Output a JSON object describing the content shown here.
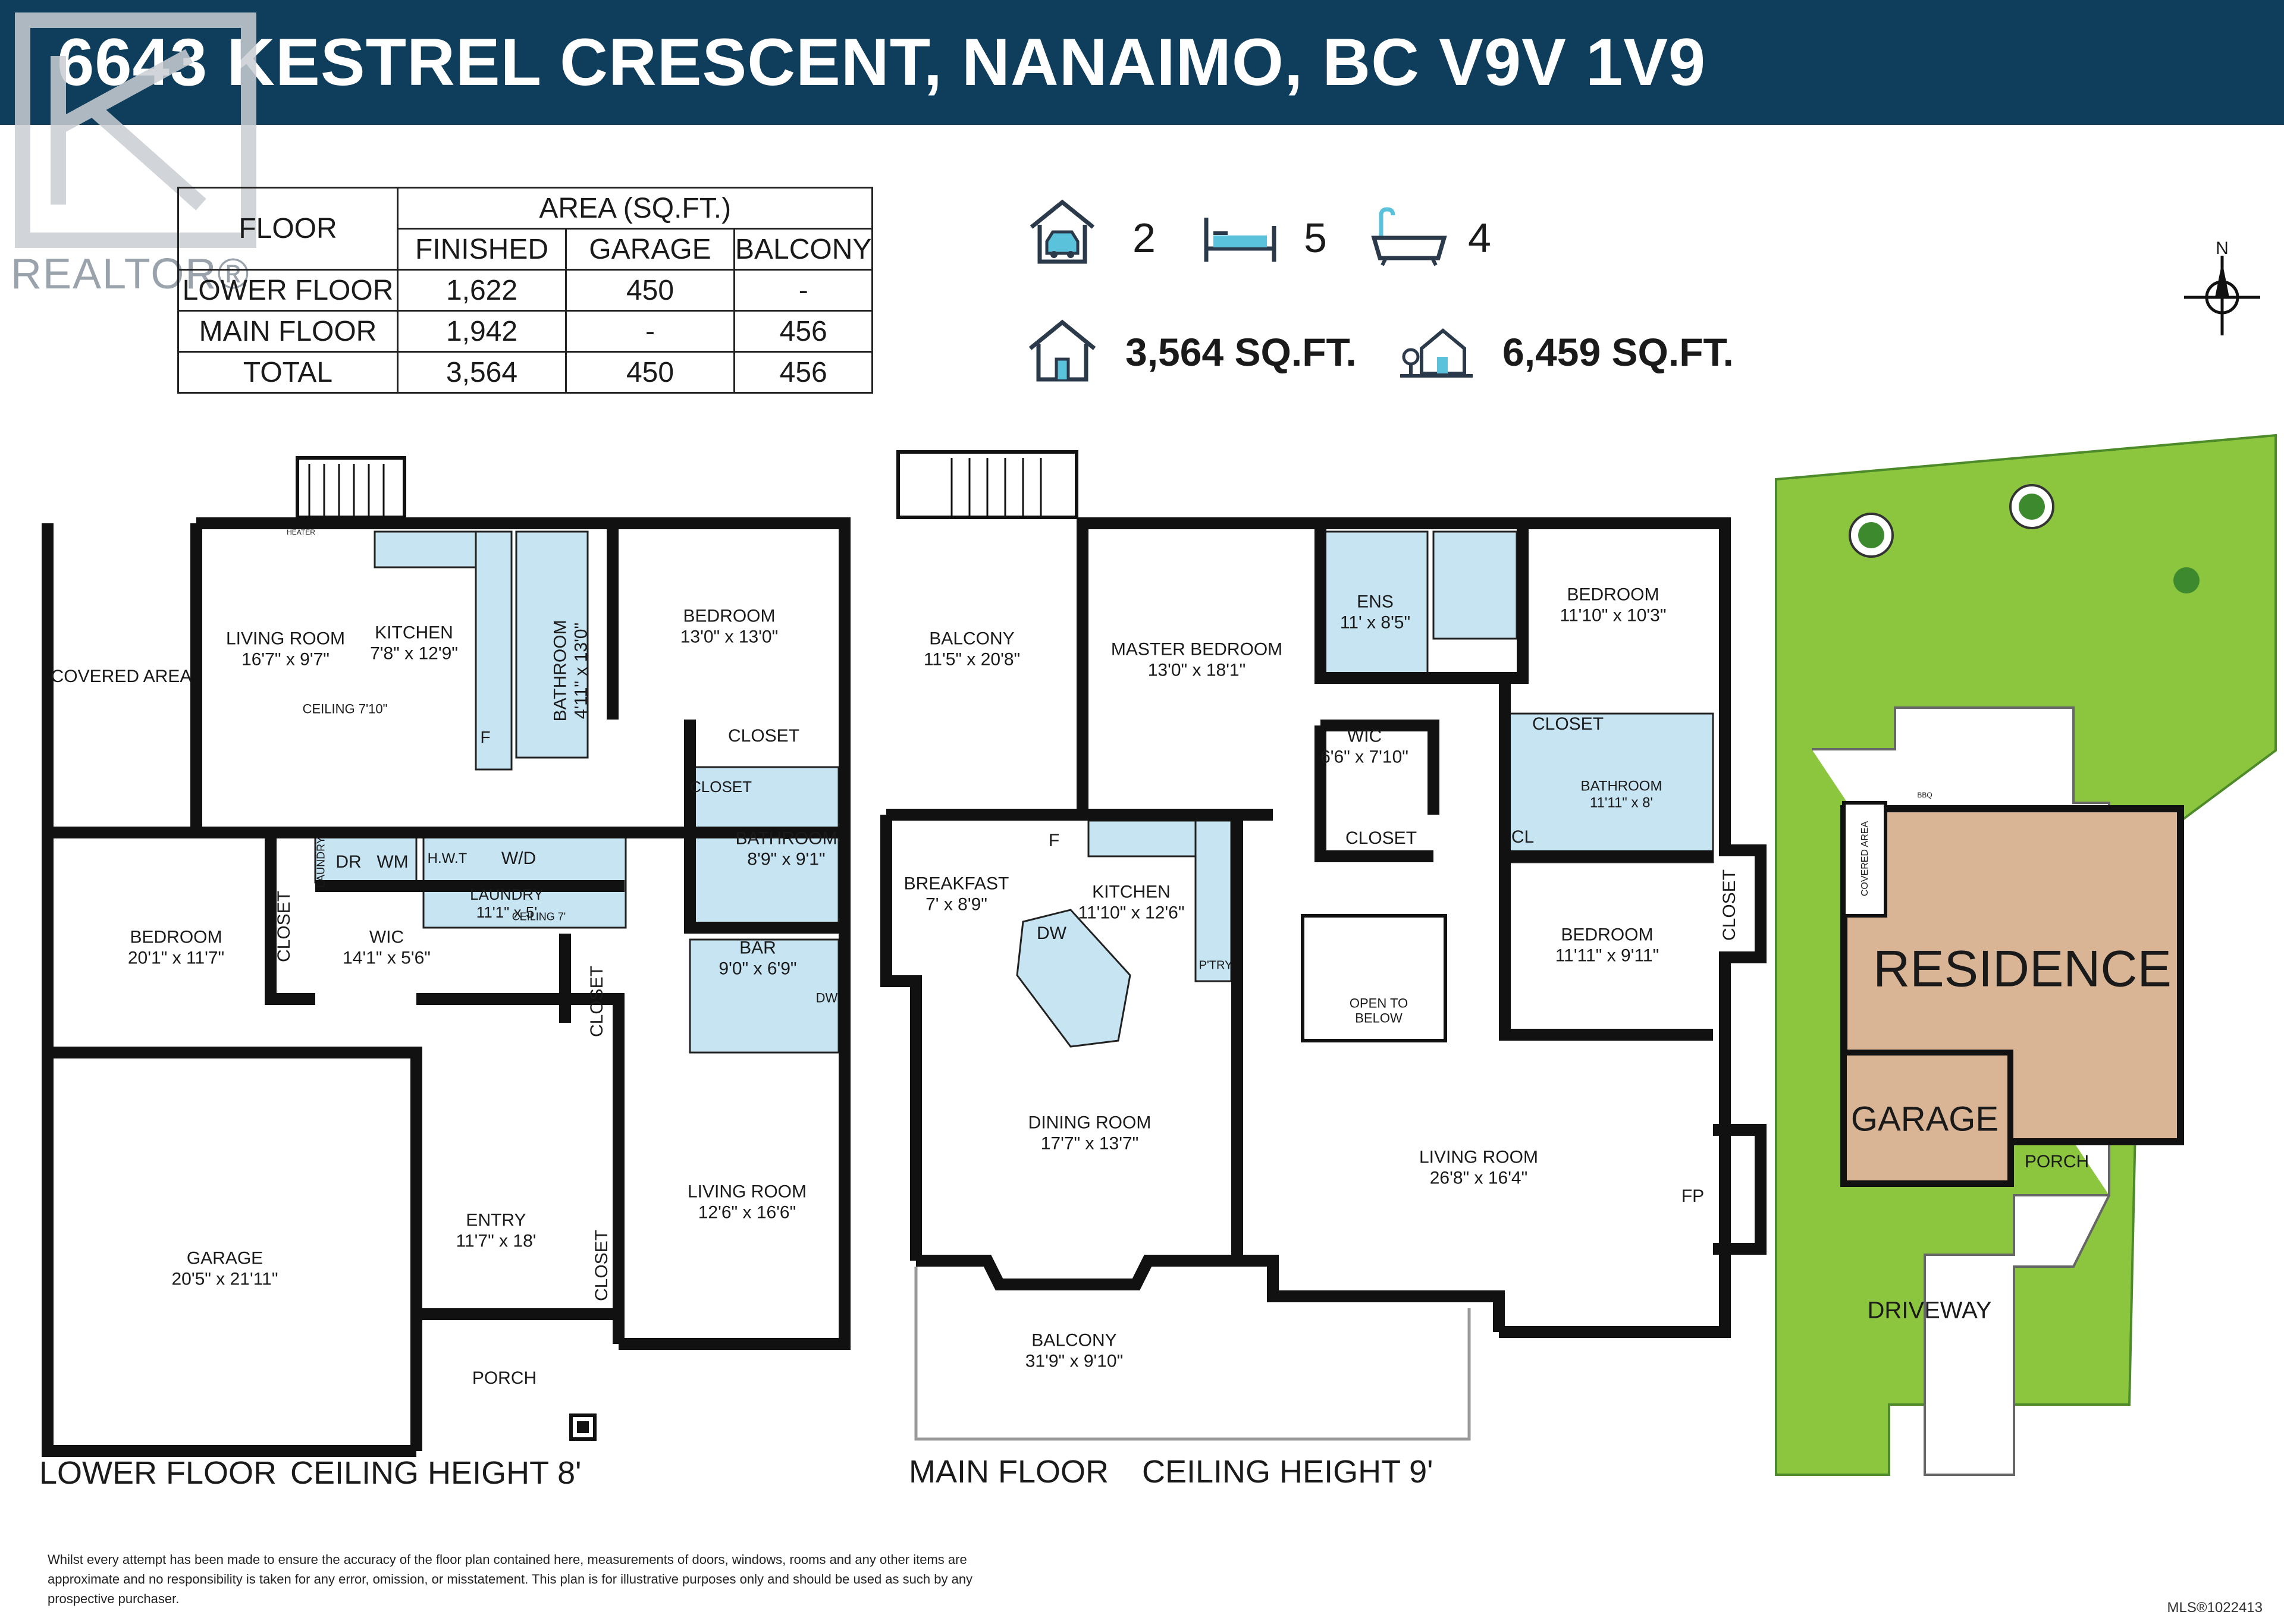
{
  "header": {
    "title": "6643 KESTREL CRESCENT, NANAIMO, BC V9V 1V9",
    "watermark": "REALTOR®"
  },
  "area_table": {
    "col_floor": "FLOOR",
    "col_area": "AREA (SQ.FT.)",
    "sub_headers": [
      "FINISHED",
      "GARAGE",
      "BALCONY"
    ],
    "rows": [
      {
        "floor": "LOWER FLOOR",
        "finished": "1,622",
        "garage": "450",
        "balcony": "-"
      },
      {
        "floor": "MAIN FLOOR",
        "finished": "1,942",
        "garage": "-",
        "balcony": "456"
      },
      {
        "floor": "TOTAL",
        "finished": "3,564",
        "garage": "450",
        "balcony": "456"
      }
    ]
  },
  "stats": {
    "garage_count": "2",
    "bed_count": "5",
    "bath_count": "4",
    "home_area": "3,564 SQ.FT.",
    "lot_area": "6,459 SQ.FT.",
    "compass": "N"
  },
  "lower_floor": {
    "caption": "LOWER FLOOR",
    "ceiling": "CEILING HEIGHT 8'",
    "rooms": [
      {
        "name": "COVERED AREA",
        "dim": ""
      },
      {
        "name": "LIVING ROOM",
        "dim": "16'7\" x 9'7\""
      },
      {
        "name": "CEILING 7'10\"",
        "dim": ""
      },
      {
        "name": "KITCHEN",
        "dim": "7'8\" x 12'9\""
      },
      {
        "name": "BATHROOM",
        "dim": "4'11\" x 13'0\""
      },
      {
        "name": "BEDROOM",
        "dim": "13'0\" x 13'0\""
      },
      {
        "name": "CLOSET",
        "dim": ""
      },
      {
        "name": "CLOSET",
        "dim": ""
      },
      {
        "name": "BATHROOM",
        "dim": "8'9\" x 9'1\""
      },
      {
        "name": "LAUNDRY",
        "dim": "11'1\" x 5'"
      },
      {
        "name": "BEDROOM",
        "dim": "20'1\" x 11'7\""
      },
      {
        "name": "WIC",
        "dim": "14'1\" x 5'6\""
      },
      {
        "name": "BAR",
        "dim": "9'0\" x 6'9\""
      },
      {
        "name": "GARAGE",
        "dim": "20'5\" x 21'11\""
      },
      {
        "name": "ENTRY",
        "dim": "11'7\" x 18'"
      },
      {
        "name": "LIVING ROOM",
        "dim": "12'6\" x 16'6\""
      },
      {
        "name": "PORCH",
        "dim": ""
      }
    ],
    "fixtures": {
      "dr": "DR",
      "wm": "WM",
      "hwt": "H.W.T",
      "wd": "W/D",
      "dw": "DW",
      "f": "F",
      "heater": "HEATER",
      "laundry_closet": "LAUNDRY",
      "ceiling_laundry": "CEILING 7'",
      "closet": "CLOSET"
    }
  },
  "main_floor": {
    "caption": "MAIN FLOOR",
    "ceiling": "CEILING HEIGHT 9'",
    "rooms": [
      {
        "name": "BALCONY",
        "dim": "11'5\" x 20'8\""
      },
      {
        "name": "MASTER BEDROOM",
        "dim": "13'0\" x 18'1\""
      },
      {
        "name": "ENS",
        "dim": "11' x 8'5\""
      },
      {
        "name": "BEDROOM",
        "dim": "11'10\" x 10'3\""
      },
      {
        "name": "WIC",
        "dim": "6'6\" x 7'10\""
      },
      {
        "name": "CLOSET",
        "dim": ""
      },
      {
        "name": "BATHROOM",
        "dim": "11'11\" x 8'"
      },
      {
        "name": "BREAKFAST",
        "dim": "7' x 8'9\""
      },
      {
        "name": "KITCHEN",
        "dim": "11'10\" x 12'6\""
      },
      {
        "name": "CLOSET",
        "dim": ""
      },
      {
        "name": "BEDROOM",
        "dim": "11'11\" x 9'11\""
      },
      {
        "name": "DINING ROOM",
        "dim": "17'7\" x 13'7\""
      },
      {
        "name": "LIVING ROOM",
        "dim": "26'8\" x 16'4\""
      },
      {
        "name": "BALCONY",
        "dim": "31'9\" x 9'10\""
      }
    ],
    "fixtures": {
      "f": "F",
      "dw": "DW",
      "pantry": "P'TRY",
      "open": "OPEN TO BELOW",
      "cl": "CL",
      "fp": "FP",
      "closet": "CLOSET"
    }
  },
  "site": {
    "residence": "RESIDENCE",
    "garage": "GARAGE",
    "porch": "PORCH",
    "driveway": "DRIVEWAY",
    "covered": "COVERED AREA",
    "bbq": "BBQ"
  },
  "colors": {
    "banner": "#0f3d5c",
    "fixture": "#c7e4f2",
    "lawn": "#8cc63f",
    "residence": "#d9b596",
    "wall": "#111111"
  },
  "disclaimer": "Whilst every attempt has been made to ensure the accuracy of the floor plan contained here, measurements of doors, windows, rooms and any other items are approximate and no responsibility is taken for any error, omission, or misstatement. This plan is for illustrative purposes only and should be used as such by any prospective purchaser.",
  "mls": "MLS®1022413"
}
